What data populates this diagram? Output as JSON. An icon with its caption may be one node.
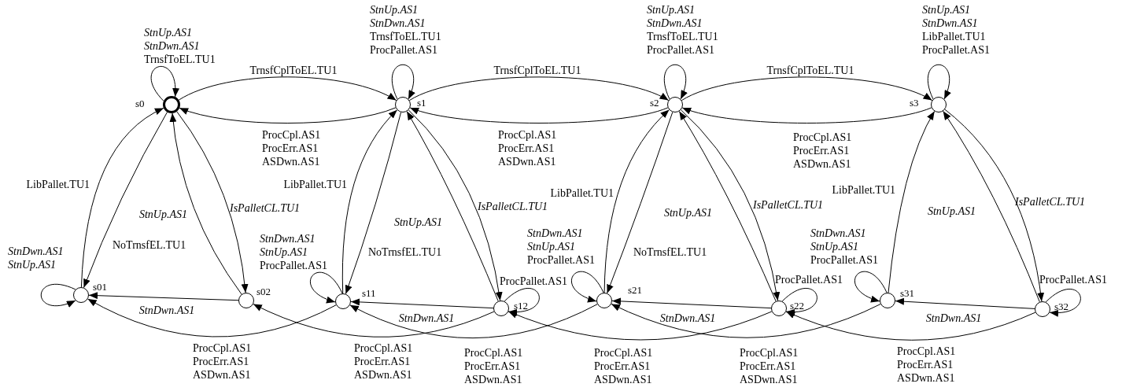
{
  "diagram": {
    "nodes": [
      {
        "text": [],
        "shape": "circle",
        "beside": [
          "s0"
        ]
      },
      {
        "text": [],
        "shape": "circle",
        "beside": [
          "s1"
        ]
      },
      {
        "text": [],
        "shape": "circle",
        "beside": [
          "s2"
        ]
      },
      {
        "text": [],
        "shape": "circle",
        "beside": [
          "s3"
        ]
      },
      {
        "text": [],
        "shape": "circle",
        "beside": [
          "s01"
        ]
      },
      {
        "text": [],
        "shape": "circle",
        "beside": [
          "s02"
        ]
      },
      {
        "text": [],
        "shape": "circle",
        "beside": [
          "s11"
        ]
      },
      {
        "text": [],
        "shape": "circle",
        "beside": [
          "s12"
        ]
      },
      {
        "text": [],
        "shape": "circle",
        "beside": [
          "s21"
        ]
      },
      {
        "text": [],
        "shape": "circle",
        "beside": [
          "s22"
        ]
      },
      {
        "text": [],
        "shape": "circle",
        "beside": [
          "s31"
        ]
      },
      {
        "text": [],
        "shape": "circle",
        "beside": [
          "s32"
        ]
      }
    ],
    "edges": [
      {
        "from": 0,
        "to": 0,
        "arrow": "to",
        "label": "*StnUp.AS1* *StnDwn.AS1* TrnsfToEL.TU1"
      },
      {
        "from": 0,
        "to": 1,
        "arrow": "to",
        "label": "TrnsfCplToEL.TU1"
      },
      {
        "from": 1,
        "to": 0,
        "arrow": "to",
        "label": "ProcCpl.AS1 ProcErr.AS1 ASDwn.AS1"
      },
      {
        "from": 1,
        "to": 1,
        "arrow": "to",
        "label": "*StnUp.AS1* *StnDwn.AS1* TrnsfToEL.TU1 ProcPallet.AS1"
      },
      {
        "from": 1,
        "to": 2,
        "arrow": "to",
        "label": "TrnsfCplToEL.TU1"
      },
      {
        "from": 2,
        "to": 1,
        "arrow": "to",
        "label": "ProcCpl.AS1 ProcErr.AS1 ASDwn.AS1"
      },
      {
        "from": 2,
        "to": 2,
        "arrow": "to",
        "label": "*StnUp.AS1* *StnDwn.AS1* TrnsfToEL.TU1 ProcPallet.AS1"
      },
      {
        "from": 2,
        "to": 3,
        "arrow": "to",
        "label": "TrnsfCplToEL.TU1"
      },
      {
        "from": 3,
        "to": 2,
        "arrow": "to",
        "label": "ProcCpl.AS1 ProcErr.AS1 ASDwn.AS1"
      },
      {
        "from": 3,
        "to": 3,
        "arrow": "to",
        "label": "*StnUp.AS1* *StnDwn.AS1* LibPallet.TU1 ProcPallet.AS1"
      },
      {
        "from": 4,
        "to": 0,
        "arrow": "to",
        "label": "LibPallet.TU1"
      },
      {
        "from": 0,
        "to": 4,
        "arrow": "to",
        "label": "NoTrnsfEL.TU1"
      },
      {
        "from": 5,
        "to": 0,
        "arrow": "to",
        "label": "StnUp.AS1"
      },
      {
        "from": 0,
        "to": 5,
        "arrow": "to",
        "label": "IsPalletCL.TU1"
      },
      {
        "from": 5,
        "to": 4,
        "arrow": "to",
        "label": "StnDwn.AS1"
      },
      {
        "from": 4,
        "to": 4,
        "arrow": "to",
        "label": "*StnDwn.AS1* *StnUp.AS1*"
      },
      {
        "from": 6,
        "to": 1,
        "arrow": "to",
        "label": "LibPallet.TU1"
      },
      {
        "from": 1,
        "to": 6,
        "arrow": "to",
        "label": "NoTrnsfEL.TU1"
      },
      {
        "from": 7,
        "to": 1,
        "arrow": "to",
        "label": "StnUp.AS1"
      },
      {
        "from": 1,
        "to": 7,
        "arrow": "to",
        "label": "IsPalletCL.TU1"
      },
      {
        "from": 7,
        "to": 6,
        "arrow": "to",
        "label": "StnDwn.AS1"
      },
      {
        "from": 6,
        "to": 6,
        "arrow": "to",
        "label": "*StnDwn.AS1* *StnUp.AS1* ProcPallet.AS1"
      },
      {
        "from": 7,
        "to": 7,
        "arrow": "to",
        "label": "ProcPallet.AS1"
      },
      {
        "from": 8,
        "to": 2,
        "arrow": "to",
        "label": "LibPallet.TU1"
      },
      {
        "from": 2,
        "to": 8,
        "arrow": "to",
        "label": "NoTrnsfEL.TU1"
      },
      {
        "from": 9,
        "to": 2,
        "arrow": "to",
        "label": "StnUp.AS1"
      },
      {
        "from": 2,
        "to": 9,
        "arrow": "to",
        "label": "IsPalletCL.TU1"
      },
      {
        "from": 9,
        "to": 8,
        "arrow": "to",
        "label": "StnDwn.AS1"
      },
      {
        "from": 8,
        "to": 8,
        "arrow": "to",
        "label": "*StnDwn.AS1* *StnUp.AS1* ProcPallet.AS1"
      },
      {
        "from": 9,
        "to": 9,
        "arrow": "to",
        "label": "ProcPallet.AS1"
      },
      {
        "from": 10,
        "to": 3,
        "arrow": "to",
        "label": "LibPallet.TU1"
      },
      {
        "from": 11,
        "to": 3,
        "arrow": "to",
        "label": "StnUp.AS1"
      },
      {
        "from": 3,
        "to": 11,
        "arrow": "to",
        "label": "IsPalletCL.TU1"
      },
      {
        "from": 11,
        "to": 10,
        "arrow": "to",
        "label": "StnDwn.AS1"
      },
      {
        "from": 10,
        "to": 10,
        "arrow": "to",
        "label": "*StnDwn.AS1* *StnUp.AS1* ProcPallet.AS1"
      },
      {
        "from": 11,
        "to": 11,
        "arrow": "to",
        "label": "ProcPallet.AS1"
      },
      {
        "from": 6,
        "to": 4,
        "arrow": "to",
        "label": "ProcCpl.AS1 ProcErr.AS1 ASDwn.AS1"
      },
      {
        "from": 7,
        "to": 5,
        "arrow": "to",
        "label": "ProcCpl.AS1 ProcErr.AS1 ASDwn.AS1"
      },
      {
        "from": 8,
        "to": 6,
        "arrow": "to",
        "label": "ProcCpl.AS1 ProcErr.AS1 ASDwn.AS1"
      },
      {
        "from": 9,
        "to": 7,
        "arrow": "to",
        "label": "ProcCpl.AS1 ProcErr.AS1 ASDwn.AS1"
      },
      {
        "from": 10,
        "to": 8,
        "arrow": "to",
        "label": "ProcCpl.AS1 ProcErr.AS1 ASDwn.AS1"
      },
      {
        "from": 11,
        "to": 9,
        "arrow": "to",
        "label": "ProcCpl.AS1 ProcErr.AS1 ASDwn.AS1"
      }
    ]
  }
}
